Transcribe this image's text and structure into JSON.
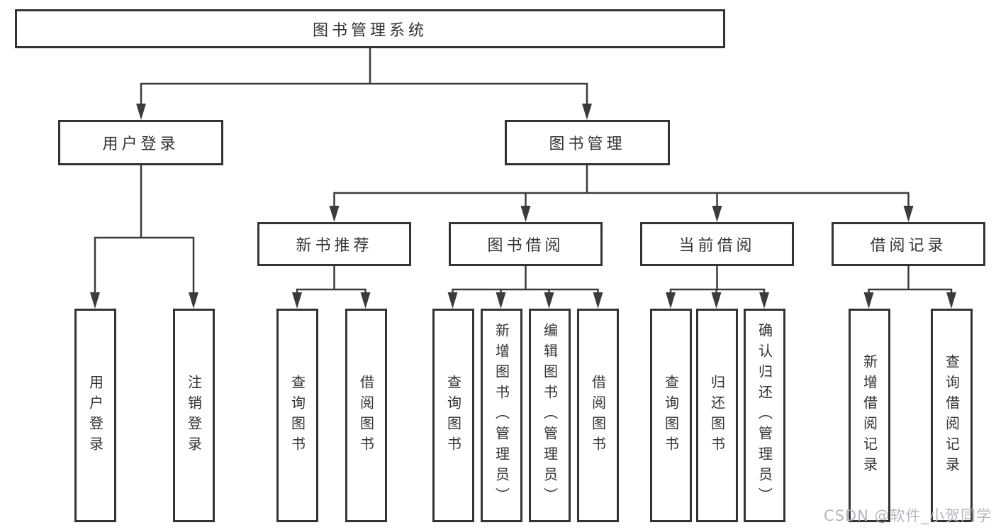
{
  "tree": {
    "label": "图书管理系统",
    "children": [
      {
        "label": "用户登录",
        "children": [
          {
            "label": "用户登录"
          },
          {
            "label": "注销登录"
          }
        ]
      },
      {
        "label": "图书管理",
        "children": [
          {
            "label": "新书推荐",
            "children": [
              {
                "label": "查询图书"
              },
              {
                "label": "借阅图书"
              }
            ]
          },
          {
            "label": "图书借阅",
            "children": [
              {
                "label": "查询图书"
              },
              {
                "label": "新增图书（管理员）"
              },
              {
                "label": "编辑图书（管理员）"
              },
              {
                "label": "借阅图书"
              }
            ]
          },
          {
            "label": "当前借阅",
            "children": [
              {
                "label": "查询图书"
              },
              {
                "label": "归还图书"
              },
              {
                "label": "确认归还（管理员）"
              }
            ]
          },
          {
            "label": "借阅记录",
            "children": [
              {
                "label": "新增借阅记录"
              },
              {
                "label": "查询借阅记录"
              }
            ]
          }
        ]
      }
    ]
  },
  "watermark": {
    "text": "CSDN @软件_小贺同学"
  },
  "colors": {
    "line": "#3b3b3b",
    "box_border": "#333333",
    "text": "#333333",
    "watermark": "#b2b2bb",
    "background": "#ffffff"
  }
}
